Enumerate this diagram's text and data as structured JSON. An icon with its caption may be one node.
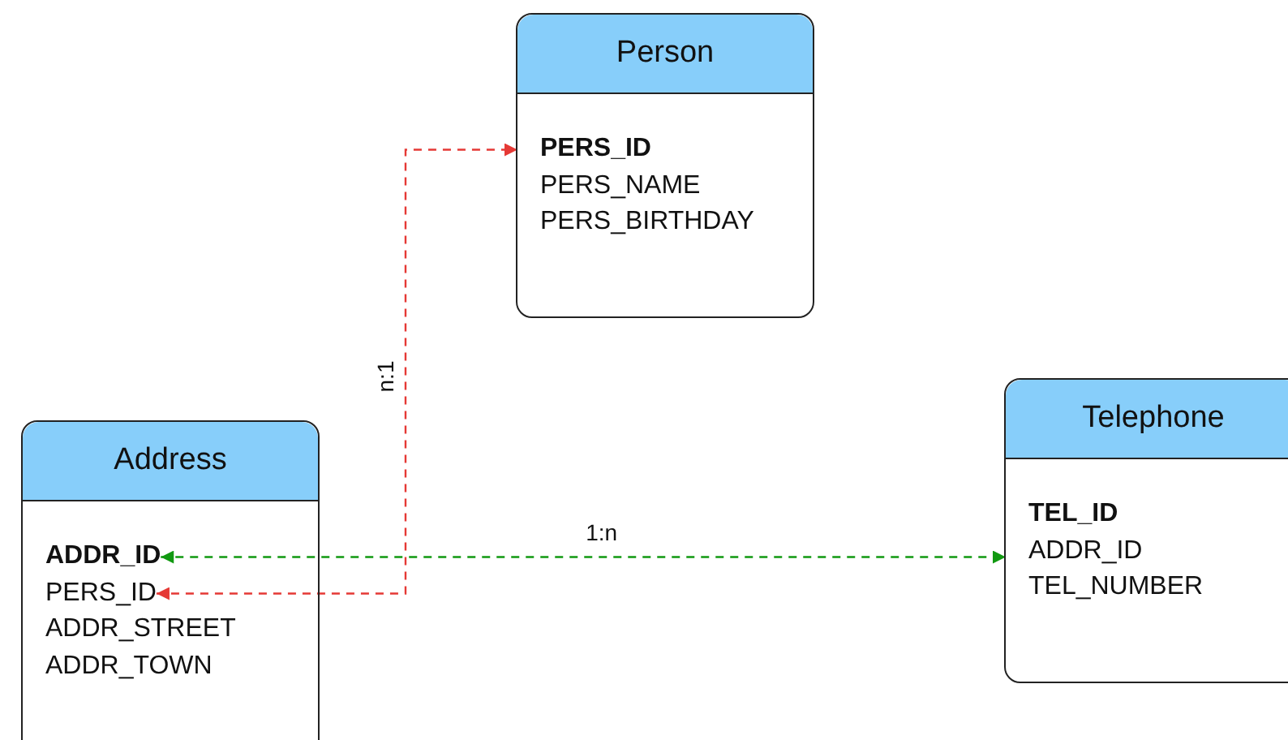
{
  "diagram": {
    "nodes": [
      {
        "text": [
          "Person"
        ]
      },
      {
        "text": [
          "PERS_ID"
        ],
        "in": 0
      },
      {
        "text": [
          "PERS_NAME"
        ],
        "in": 0
      },
      {
        "text": [
          "PERS_BIRTHDAY"
        ],
        "in": 0
      },
      {
        "text": [
          "Address"
        ]
      },
      {
        "text": [
          "ADDR_ID"
        ],
        "in": 4
      },
      {
        "text": [
          "PERS_ID"
        ],
        "in": 4
      },
      {
        "text": [
          "ADDR_STREET"
        ],
        "in": 4
      },
      {
        "text": [
          "ADDR_TOWN"
        ],
        "in": 4
      },
      {
        "text": [
          "Telephone"
        ]
      },
      {
        "text": [
          "TEL_ID"
        ],
        "in": 9
      },
      {
        "text": [
          "ADDR_ID"
        ],
        "in": 9
      },
      {
        "text": [
          "TEL_NUMBER"
        ],
        "in": 9
      }
    ],
    "edges": [
      {
        "from": 6,
        "to": 1,
        "arrow": "both",
        "label": "n:1",
        "style": "dashed",
        "color": "#e53935"
      },
      {
        "from": 5,
        "to": 11,
        "arrow": "both",
        "label": "1:n",
        "style": "dashed",
        "color": "#119911"
      }
    ]
  }
}
